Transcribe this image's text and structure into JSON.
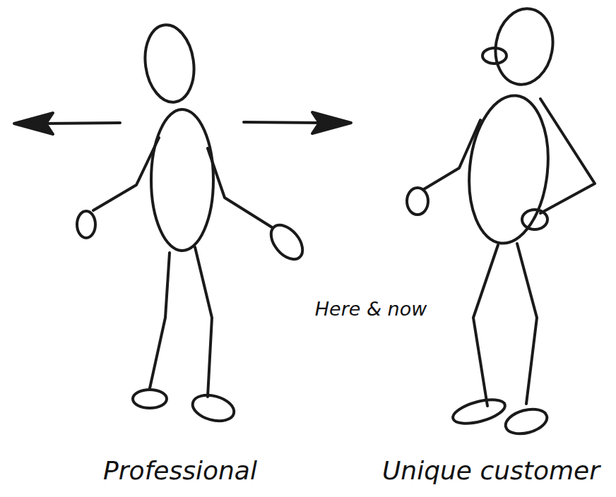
{
  "diagram": {
    "labels": [
      "Here & now",
      "Professional",
      "Unique customer"
    ]
  }
}
